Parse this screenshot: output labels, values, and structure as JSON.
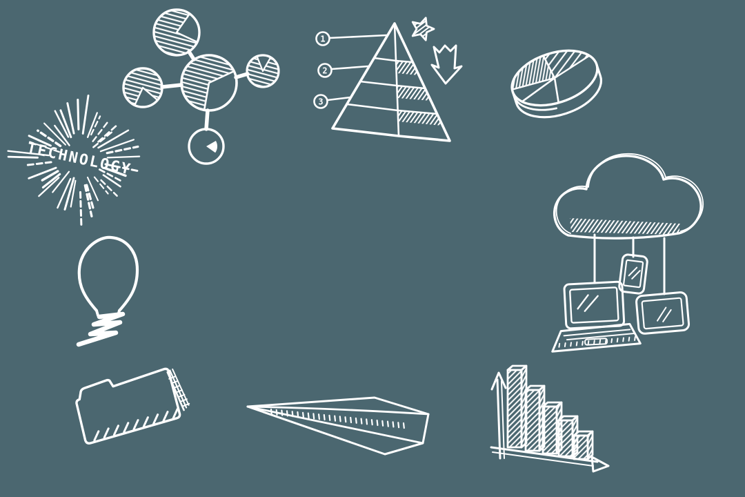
{
  "canvas": {
    "background": "#4b6770",
    "ink": "#ffffff"
  },
  "labels": {
    "technology": "TECHNOLOGY"
  },
  "pyramid": {
    "callouts": [
      "1",
      "2",
      "3"
    ]
  },
  "icons": [
    {
      "name": "technology-starburst"
    },
    {
      "name": "pie-network-molecule-icon"
    },
    {
      "name": "pyramid-levels-icon"
    },
    {
      "name": "star-icon"
    },
    {
      "name": "down-arrow-icon"
    },
    {
      "name": "pie-chart-3d-icon"
    },
    {
      "name": "cloud-icon"
    },
    {
      "name": "laptop-icon"
    },
    {
      "name": "smartphone-icon"
    },
    {
      "name": "tablet-icon"
    },
    {
      "name": "lightbulb-icon"
    },
    {
      "name": "folder-icon"
    },
    {
      "name": "paper-plane-icon"
    },
    {
      "name": "bar-chart-icon"
    }
  ]
}
